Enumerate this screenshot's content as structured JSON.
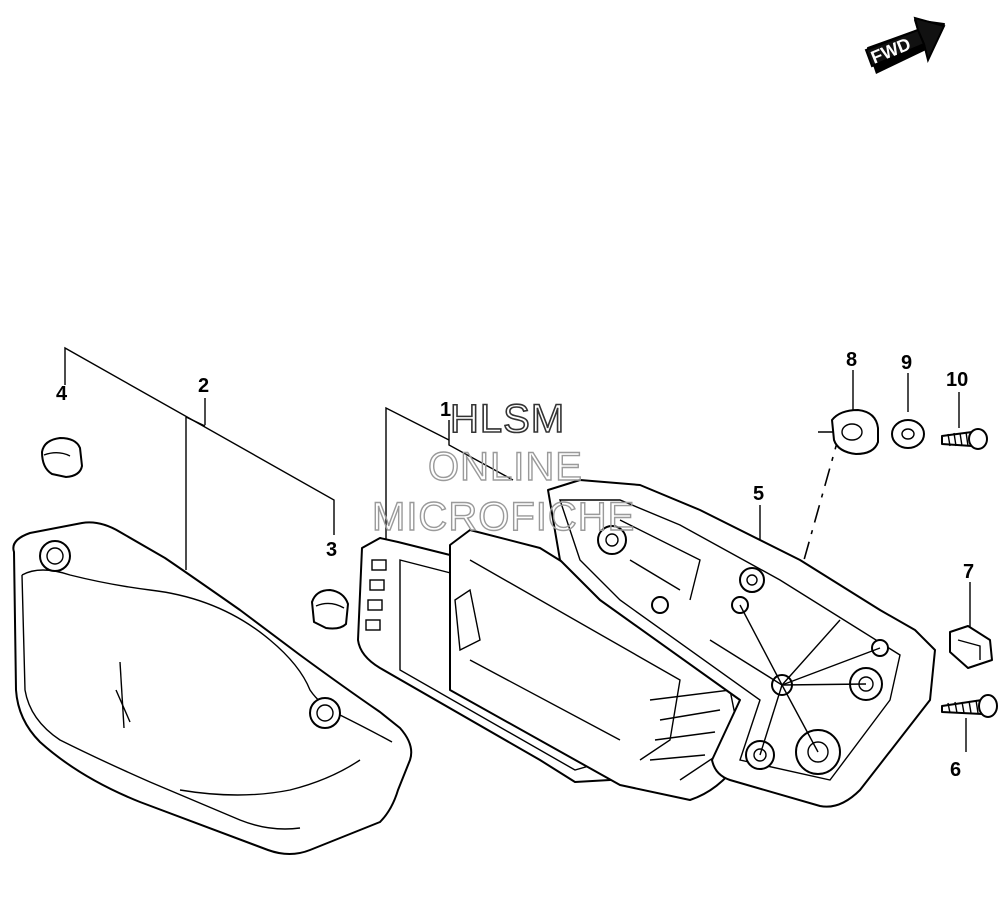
{
  "diagram": {
    "fwd_label": "FWD",
    "watermark": {
      "line1": "HLSM",
      "line2": "ONLINE",
      "line3": "MICROFICHE"
    },
    "callouts": [
      {
        "id": "1",
        "label": "1"
      },
      {
        "id": "2",
        "label": "2"
      },
      {
        "id": "3",
        "label": "3"
      },
      {
        "id": "4",
        "label": "4"
      },
      {
        "id": "5",
        "label": "5"
      },
      {
        "id": "6",
        "label": "6"
      },
      {
        "id": "7",
        "label": "7"
      },
      {
        "id": "8",
        "label": "8"
      },
      {
        "id": "9",
        "label": "9"
      },
      {
        "id": "10",
        "label": "10"
      }
    ]
  }
}
